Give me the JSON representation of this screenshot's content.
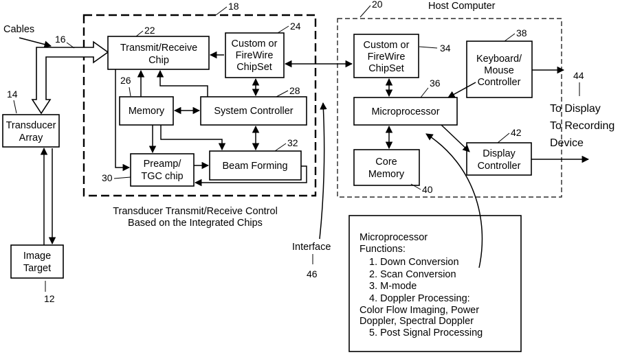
{
  "labels": {
    "cables": "Cables",
    "host_computer": "Host Computer",
    "transmit_receive_chip": [
      "Transmit/Receive",
      "Chip"
    ],
    "custom_chipset_left": [
      "Custom or",
      "FireWire",
      "ChipSet"
    ],
    "memory": "Memory",
    "system_controller": "System Controller",
    "preamp": [
      "Preamp/",
      "TGC chip"
    ],
    "beam_forming": "Beam Forming",
    "transducer_array": [
      "Transducer",
      "Array"
    ],
    "image_target": [
      "Image",
      "Target"
    ],
    "custom_chipset_right": [
      "Custom or",
      "FireWire",
      "ChipSet"
    ],
    "keyboard_mouse": [
      "Keyboard/",
      "Mouse",
      "Controller"
    ],
    "microprocessor": "Microprocessor",
    "core_memory": [
      "Core",
      "Memory"
    ],
    "display_controller": [
      "Display",
      "Controller"
    ],
    "to_display": [
      "To Display",
      "To Recording",
      "Device"
    ],
    "caption": [
      "Transducer Transmit/Receive Control",
      "Based on the Integrated Chips"
    ],
    "interface": "Interface"
  },
  "ref_numbers": {
    "n12": "12",
    "n14": "14",
    "n16": "16",
    "n18": "18",
    "n20": "20",
    "n22": "22",
    "n24": "24",
    "n26": "26",
    "n28": "28",
    "n30": "30",
    "n32": "32",
    "n34": "34",
    "n36": "36",
    "n38": "38",
    "n40": "40",
    "n42": "42",
    "n44": "44",
    "n46": "46"
  },
  "functions": {
    "title": [
      "Microprocessor",
      "Functions:"
    ],
    "items": [
      "1. Down Conversion",
      "2. Scan Conversion",
      "3. M-mode",
      "4. Doppler Processing:",
      "Color Flow Imaging, Power",
      "Doppler, Spectral Doppler",
      "5. Post Signal Processing"
    ]
  }
}
